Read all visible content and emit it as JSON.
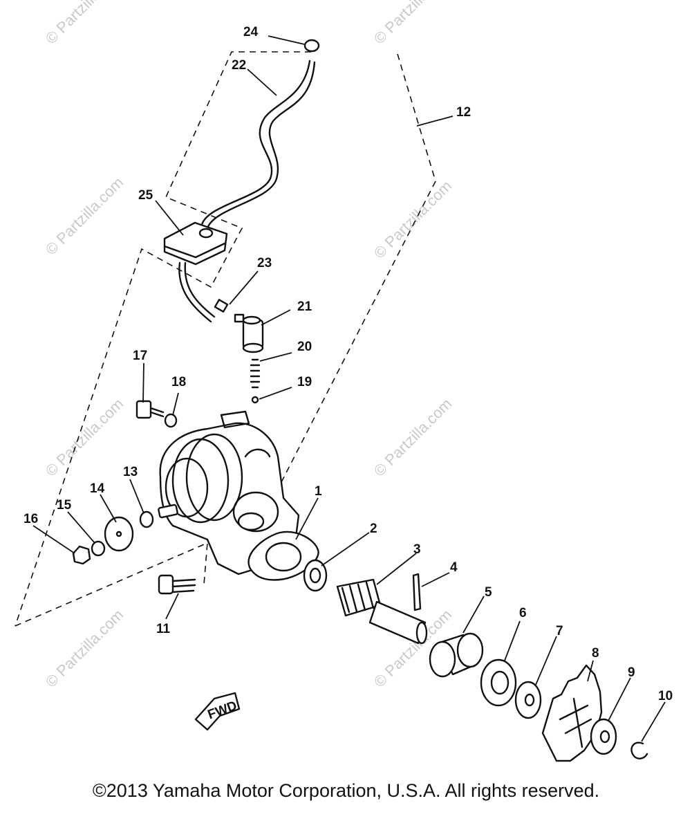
{
  "watermark": "© Partzilla.com",
  "callouts": {
    "p1": "1",
    "p2": "2",
    "p3": "3",
    "p4": "4",
    "p5": "5",
    "p6": "6",
    "p7": "7",
    "p8": "8",
    "p9": "9",
    "p10": "10",
    "p11": "11",
    "p12": "12",
    "p13": "13",
    "p14": "14",
    "p15": "15",
    "p16": "16",
    "p17": "17",
    "p18": "18",
    "p19": "19",
    "p20": "20",
    "p21": "21",
    "p22": "22",
    "p23": "23",
    "p24": "24",
    "p25": "25"
  },
  "direction_label": "FWD",
  "copyright": "©2013 Yamaha Motor Corporation, U.S.A. All rights reserved."
}
